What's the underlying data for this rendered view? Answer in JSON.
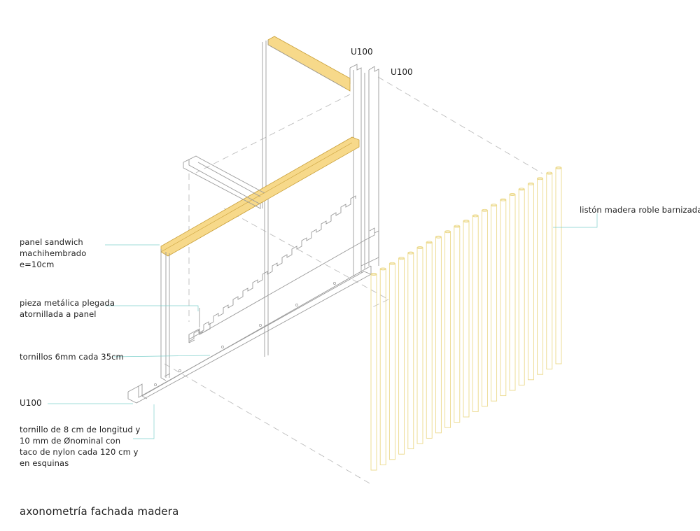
{
  "caption": "axonometría fachada madera",
  "labels": {
    "u100_top_a": "U100",
    "u100_top_b": "U100",
    "u100_bottom": "U100",
    "panel": [
      "panel sandwich",
      "machihembrado",
      "e=10cm"
    ],
    "pieza": [
      "pieza metálica plegada",
      "atornillada a panel"
    ],
    "tornillos": "tornillos 6mm cada 35cm",
    "tornillo_nylon": [
      "tornillo de 8 cm de longitud y",
      "10 mm de Ønominal con",
      "taco de nylon cada 120 cm y",
      "en esquinas"
    ],
    "liston": "listón madera roble barnizada"
  },
  "colors": {
    "line": "#9a9a9a",
    "dashed": "#b8b8b8",
    "wood_fill": "#f7d98a",
    "wood_stroke": "#c9a03a",
    "slat": "#ecd98a",
    "leader": "#7fd0cc"
  }
}
